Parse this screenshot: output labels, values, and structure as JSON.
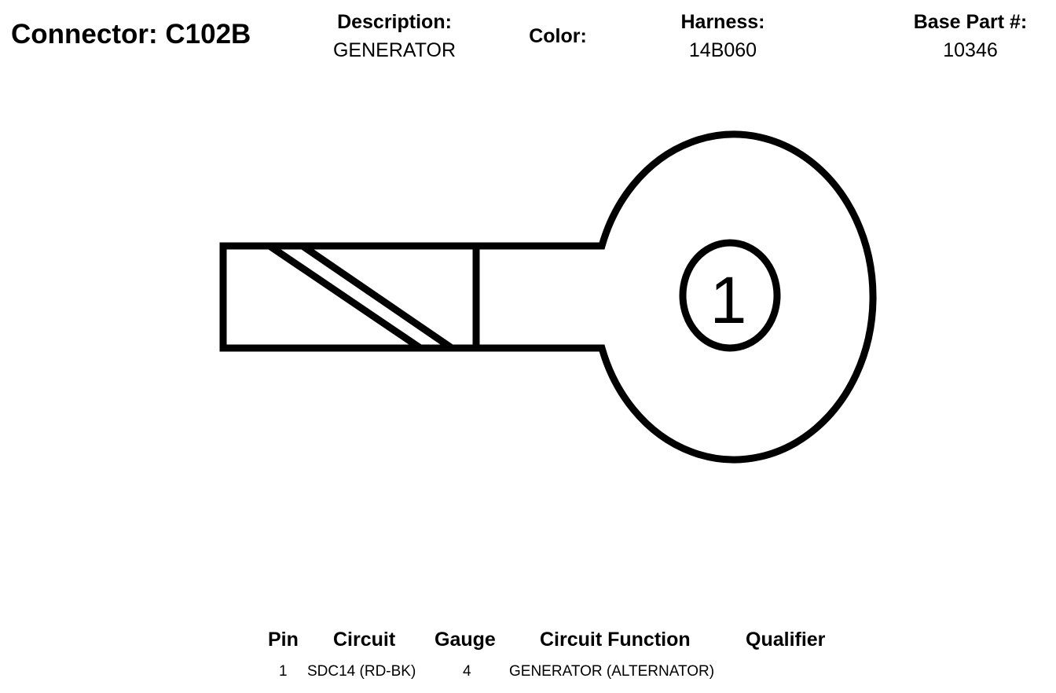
{
  "connector": {
    "title": "Connector: C102B"
  },
  "fields": {
    "description": {
      "label": "Description:",
      "value": "GENERATOR"
    },
    "color": {
      "label": "Color:",
      "value": ""
    },
    "harness": {
      "label": "Harness:",
      "value": "14B060"
    },
    "base_part": {
      "label": "Base Part #:",
      "value": "10346"
    }
  },
  "diagram": {
    "pin_label": "1"
  },
  "pin_table": {
    "headers": [
      "Pin",
      "Circuit",
      "Gauge",
      "Circuit Function",
      "Qualifier"
    ],
    "rows": [
      {
        "pin": "1",
        "circuit": "SDC14 (RD-BK)",
        "gauge": "4",
        "function": "GENERATOR (ALTERNATOR)",
        "qualifier": ""
      }
    ]
  }
}
